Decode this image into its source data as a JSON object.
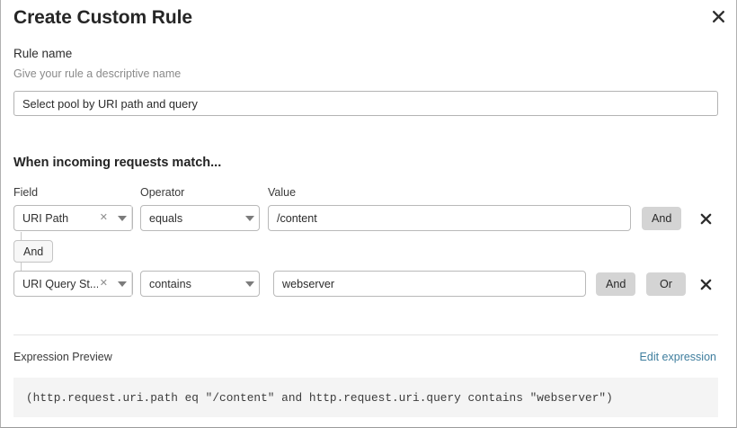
{
  "dialog": {
    "title": "Create Custom Rule",
    "close_icon": "close-icon"
  },
  "rule_name": {
    "label": "Rule name",
    "help": "Give your rule a descriptive name",
    "value": "Select pool by URI path and query",
    "placeholder": "Rule name"
  },
  "match_section": {
    "heading": "When incoming requests match...",
    "columns": {
      "field": "Field",
      "operator": "Operator",
      "value": "Value"
    },
    "connector_badge": "And",
    "rows": [
      {
        "field": "URI Path",
        "operator": "equals",
        "value": "/content",
        "clear_icon": "clear-icon",
        "caret_icon": "chevron-down-icon",
        "buttons": [
          "And"
        ],
        "delete_icon": "delete-icon"
      },
      {
        "field": "URI Query St...",
        "operator": "contains",
        "value": "webserver",
        "clear_icon": "clear-icon",
        "caret_icon": "chevron-down-icon",
        "buttons": [
          "And",
          "Or"
        ],
        "delete_icon": "delete-icon"
      }
    ]
  },
  "expression": {
    "label": "Expression Preview",
    "edit_link": "Edit expression",
    "code": "(http.request.uri.path eq \"/content\" and http.request.uri.query contains \"webserver\")"
  },
  "colors": {
    "link": "#3f7e9e",
    "button_gray": "#d4d4d4",
    "code_bg": "#f4f4f4"
  }
}
